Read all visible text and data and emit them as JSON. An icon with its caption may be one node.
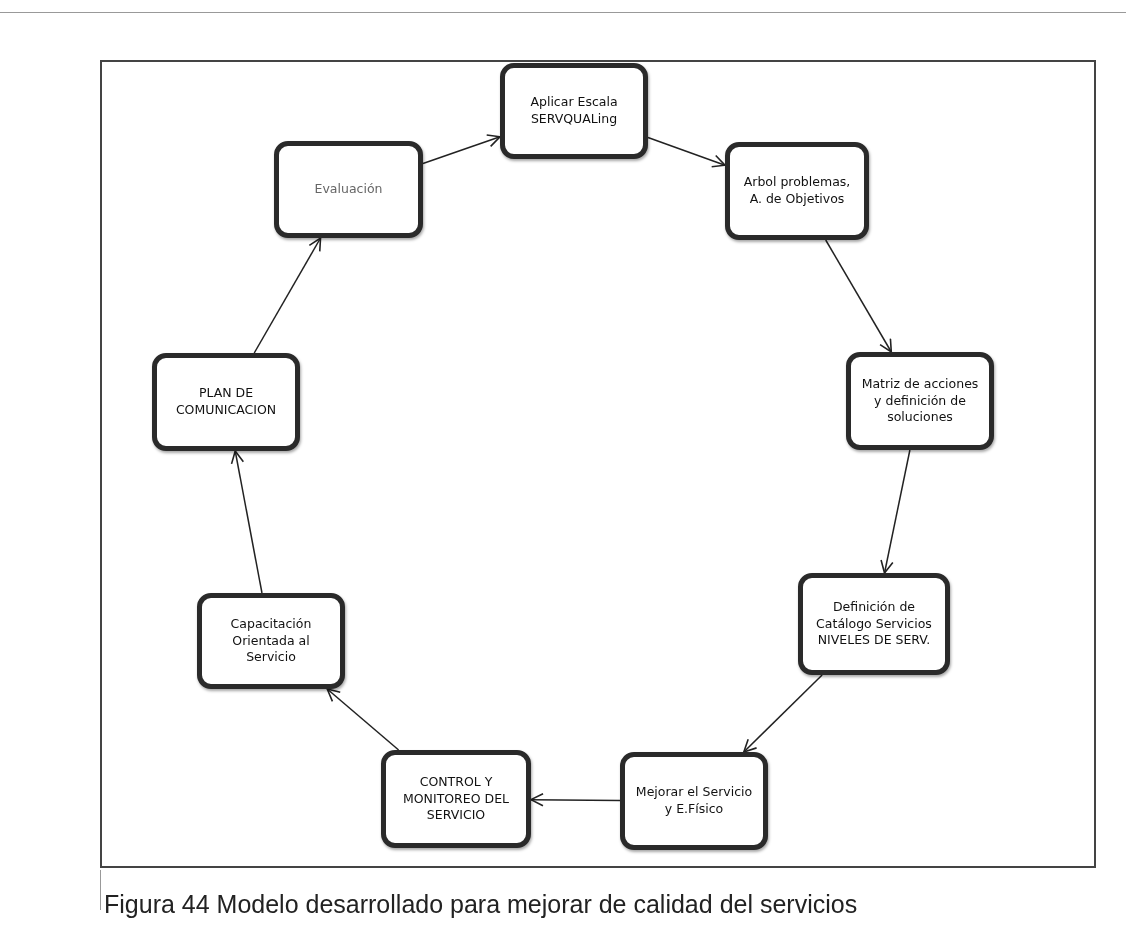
{
  "diagram": {
    "caption": "Figura 44 Modelo desarrollado para mejorar de calidad del servicios",
    "nodes": [
      {
        "text": [
          "Aplicar Escala SERVQUALing"
        ]
      },
      {
        "text": [
          "Arbol problemas, A. de Objetivos"
        ]
      },
      {
        "text": [
          "Matriz de acciones y definición de soluciones"
        ]
      },
      {
        "text": [
          "Definición de Catálogo Servicios NIVELES DE SERV."
        ]
      },
      {
        "text": [
          "Mejorar el Servicio y E.Físico"
        ]
      },
      {
        "text": [
          "CONTROL Y MONITOREO DEL SERVICIO"
        ]
      },
      {
        "text": [
          "Capacitación Orientada al Servicio"
        ]
      },
      {
        "text": [
          "PLAN DE COMUNICACION"
        ]
      },
      {
        "text": [
          "Evaluación"
        ]
      }
    ],
    "edges": [
      {
        "from": 8,
        "to": 0,
        "arrow": "to"
      },
      {
        "from": 0,
        "to": 1,
        "arrow": "to"
      },
      {
        "from": 1,
        "to": 2,
        "arrow": "to"
      },
      {
        "from": 2,
        "to": 3,
        "arrow": "to"
      },
      {
        "from": 3,
        "to": 4,
        "arrow": "to"
      },
      {
        "from": 4,
        "to": 5,
        "arrow": "to"
      },
      {
        "from": 5,
        "to": 6,
        "arrow": "to"
      },
      {
        "from": 6,
        "to": 7,
        "arrow": "to"
      },
      {
        "from": 7,
        "to": 8,
        "arrow": "to"
      }
    ]
  }
}
